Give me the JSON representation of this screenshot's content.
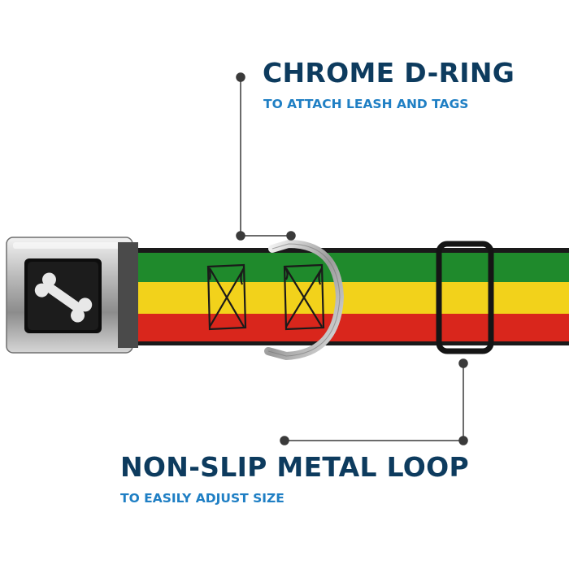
{
  "callouts": {
    "d_ring": {
      "title": "CHROME D-RING",
      "subtitle": "TO ATTACH LEASH AND TAGS"
    },
    "metal_loop": {
      "title": "NON-SLIP METAL LOOP",
      "subtitle": "TO EASILY ADJUST SIZE"
    }
  },
  "colors": {
    "heading": "#0d3b5e",
    "subheading": "#1f7fc4",
    "stripe_green": "#1f8a2c",
    "stripe_yellow": "#f2d21b",
    "stripe_red": "#d9261c",
    "leader_line": "#3a3a3a"
  },
  "icons": {
    "buckle_logo": "bone-icon"
  }
}
